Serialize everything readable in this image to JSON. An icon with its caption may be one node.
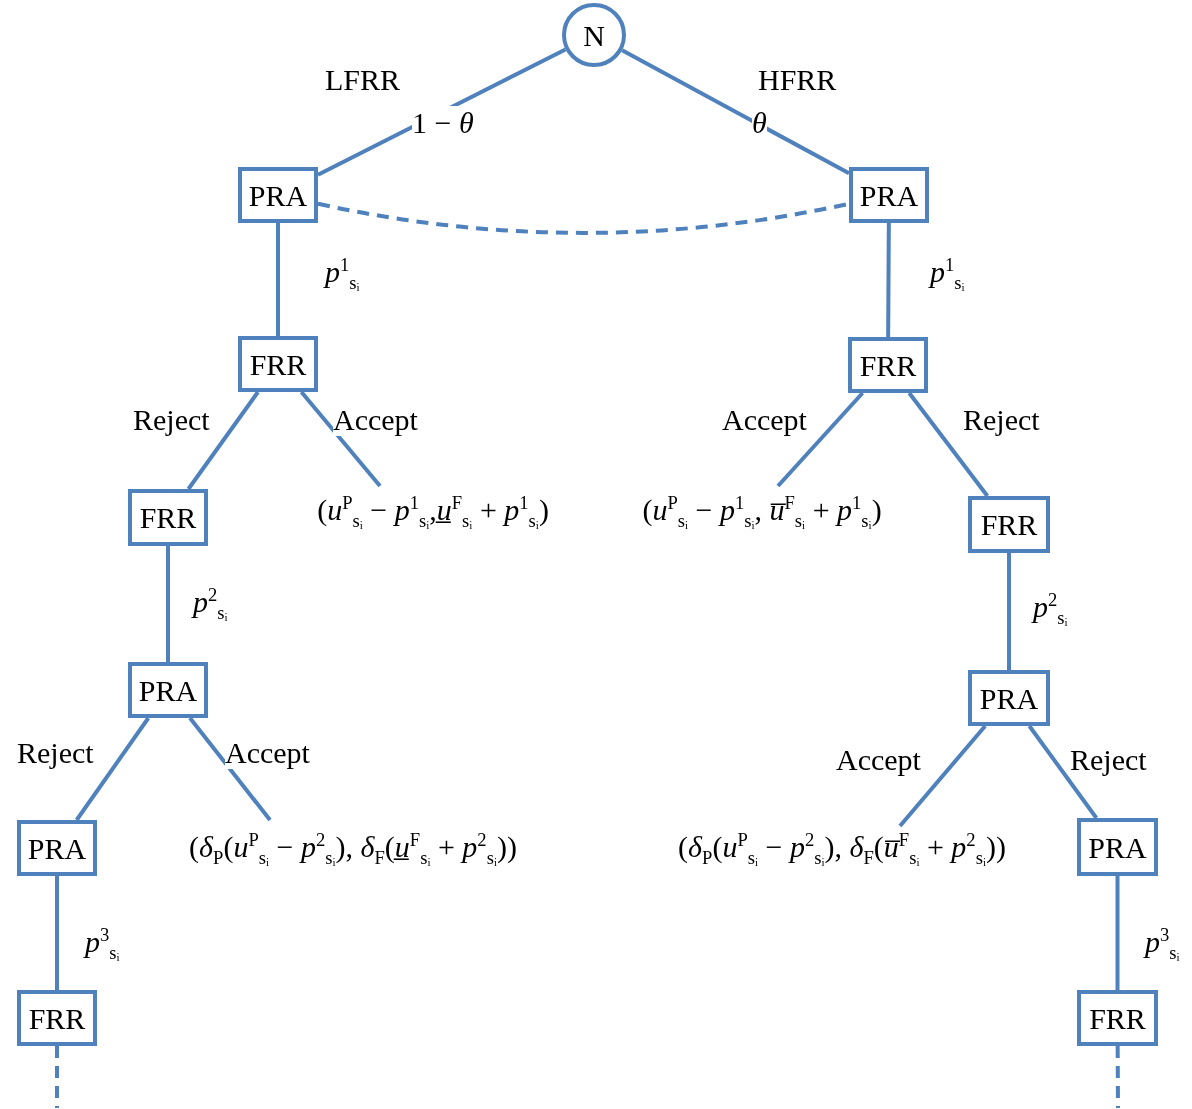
{
  "diagram": {
    "nodes": [
      {
        "text": [
          "N"
        ]
      },
      {
        "text": [
          "PRA"
        ]
      },
      {
        "text": [
          "PRA"
        ]
      },
      {
        "text": [
          "FRR"
        ]
      },
      {
        "text": [
          "FRR"
        ]
      },
      {
        "text": [
          "FRR"
        ]
      },
      {
        "text": [
          "(*u*$^{P}$$_{sᵢ}$ − *p*$^{1}$$_{sᵢ}$,*u̲*$^{F}$$_{sᵢ}$ + *p*$^{1}$$_{sᵢ}$)"
        ]
      },
      {
        "text": [
          "(*u*$^{P}$$_{sᵢ}$ − *p*$^{1}$$_{sᵢ}$, *u̅*$^{F}$$_{sᵢ}$ + *p*$^{1}$$_{sᵢ}$)"
        ]
      },
      {
        "text": [
          "FRR"
        ]
      },
      {
        "text": [
          "PRA"
        ]
      },
      {
        "text": [
          "PRA"
        ]
      },
      {
        "text": [
          "PRA"
        ]
      },
      {
        "text": [
          "(*δ*$_{P}$(*u*$^{P}$$_{sᵢ}$ − *p*$^{2}$$_{sᵢ}$), *δ*$_{F}$(*u̲*$^{F}$$_{sᵢ}$ + *p*$^{2}$$_{sᵢ}$))"
        ]
      },
      {
        "text": [
          "(*δ*$_{P}$(*u*$^{P}$$_{sᵢ}$ − *p*$^{2}$$_{sᵢ}$), *δ*$_{F}$(*u̅*$^{F}$$_{sᵢ}$ + *p*$^{2}$$_{sᵢ}$))"
        ]
      },
      {
        "text": [
          "PRA"
        ]
      },
      {
        "text": [
          "FRR"
        ]
      },
      {
        "text": [
          "FRR"
        ]
      }
    ],
    "edges": [
      {
        "from": 0,
        "to": 1,
        "arrow": "none",
        "label": "LFRR"
      },
      {
        "from": 0,
        "to": 2,
        "arrow": "none",
        "label": "HFRR"
      },
      {
        "from": 1,
        "to": 2,
        "arrow": "none",
        "style": "dashed"
      },
      {
        "from": 1,
        "to": 3,
        "arrow": "none",
        "label": "*p*$^{1}$$_{sᵢ}$"
      },
      {
        "from": 2,
        "to": 4,
        "arrow": "none",
        "label": "*p*$^{1}$$_{sᵢ}$"
      },
      {
        "from": 3,
        "to": 5,
        "arrow": "none",
        "label": "Reject"
      },
      {
        "from": 3,
        "to": 6,
        "arrow": "none",
        "label": "Accept"
      },
      {
        "from": 4,
        "to": 7,
        "arrow": "none",
        "label": "Accept"
      },
      {
        "from": 4,
        "to": 8,
        "arrow": "none",
        "label": "Reject"
      },
      {
        "from": 5,
        "to": 9,
        "arrow": "none",
        "label": "*p*$^{2}$$_{sᵢ}$"
      },
      {
        "from": 8,
        "to": 10,
        "arrow": "none",
        "label": "*p*$^{2}$$_{sᵢ}$"
      },
      {
        "from": 9,
        "to": 11,
        "arrow": "none",
        "label": "Reject"
      },
      {
        "from": 9,
        "to": 12,
        "arrow": "none",
        "label": "Accept"
      },
      {
        "from": 10,
        "to": 13,
        "arrow": "none",
        "label": "Accept"
      },
      {
        "from": 10,
        "to": 14,
        "arrow": "none",
        "label": "Reject"
      },
      {
        "from": 11,
        "to": 15,
        "arrow": "none",
        "label": "*p*$^{3}$$_{sᵢ}$"
      },
      {
        "from": 14,
        "to": 16,
        "arrow": "none",
        "label": "*p*$^{3}$$_{sᵢ}$"
      },
      {
        "from": 15,
        "to": null,
        "arrow": "none",
        "style": "dashed"
      },
      {
        "from": 16,
        "to": null,
        "arrow": "none",
        "style": "dashed"
      }
    ],
    "labels": [
      "1 − *θ*",
      "*θ*"
    ]
  }
}
